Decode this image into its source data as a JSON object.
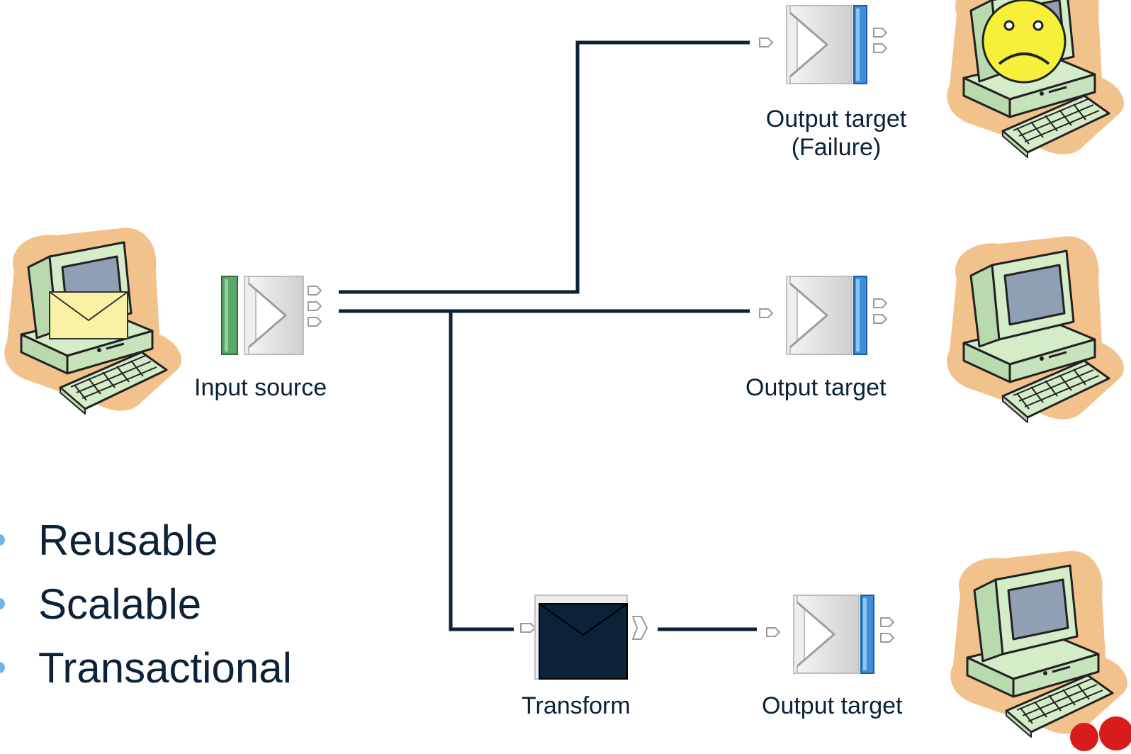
{
  "nodes": {
    "input_source": {
      "label": "Input source"
    },
    "output_failure": {
      "label_line1": "Output target",
      "label_line2": "(Failure)"
    },
    "output_middle": {
      "label": "Output target"
    },
    "transform": {
      "label": "Transform"
    },
    "output_bottom": {
      "label": "Output target"
    }
  },
  "bullets": [
    {
      "text": "Reusable"
    },
    {
      "text": "Scalable"
    },
    {
      "text": "Transactional"
    }
  ],
  "colors": {
    "connector": "#0b2239",
    "input_bar": "#5aa86a",
    "output_bar": "#3d8ed8",
    "computer_body": "#d4ecc8",
    "computer_halo": "#f2c28c",
    "screen": "#8fa0b5",
    "envelope": "#f9f1a4",
    "sad_face": "#f7f03a",
    "transform_box": "#0b2239",
    "bullet_dot": "#6eb6e8",
    "corner_mark": "#d81c1c"
  },
  "icons": [
    "computer-icon",
    "envelope-icon",
    "sad-face-icon",
    "input-node-icon",
    "output-node-icon",
    "transform-node-icon"
  ]
}
